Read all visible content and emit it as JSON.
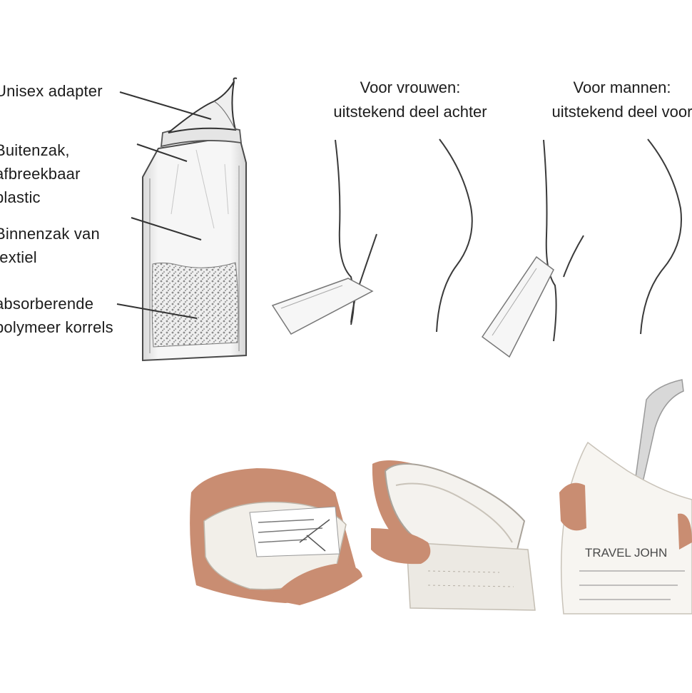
{
  "labels": {
    "adapter": "Unisex adapter",
    "outer": [
      "Buitenzak,",
      "afbreekbaar",
      "plastic"
    ],
    "inner": [
      "Binnenzak van",
      "textiel"
    ],
    "granules": [
      "absorberende",
      "polymeer korrels"
    ]
  },
  "captions": {
    "women": [
      "Voor vrouwen:",
      "uitstekend deel achter"
    ],
    "men": [
      "Voor mannen:",
      "uitstekend deel voor"
    ]
  },
  "photo3": {
    "bag_print": "TRAVEL JOHN"
  },
  "colors": {
    "ink": "#1c1c1c",
    "skin": "#c98d72",
    "bag": "#f2efe9"
  }
}
